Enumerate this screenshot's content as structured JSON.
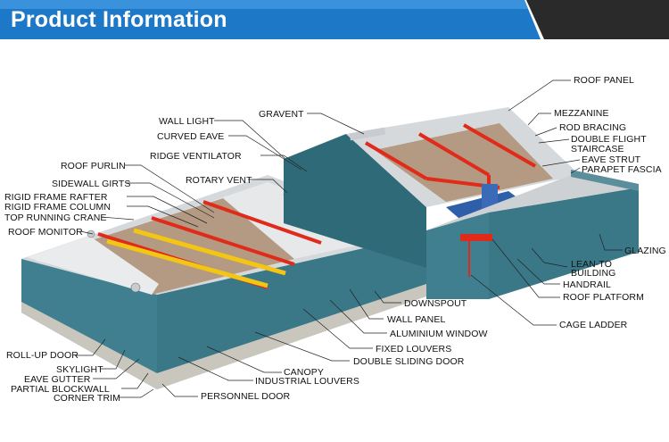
{
  "header": {
    "title": "Product Information",
    "colors": {
      "bar_blue": "#1e78c8",
      "bar_blue_light": "#3a92dc",
      "accent_dark": "#2a2a2a"
    }
  },
  "diagram": {
    "colors": {
      "wall_teal": "#3f7f8f",
      "wall_teal_dark": "#2f6a78",
      "roof_grey": "#d6d9dc",
      "roof_light": "#eceeef",
      "frame_red": "#e02a1a",
      "crane_yellow": "#f3c515",
      "floor_brown": "#b49a82",
      "blockwall": "#c9c7bd",
      "leader": "#222222"
    },
    "labels": [
      "ROOF PANEL",
      "MEZZANINE",
      "ROD BRACING",
      "DOUBLE FLIGHT",
      "STAIRCASE",
      "EAVE STRUT",
      "PARAPET FASCIA",
      "GLAZING",
      "LEAN-TO",
      "BUILDING",
      "HANDRAIL",
      "ROOF PLATFORM",
      "CAGE LADDER",
      "WALL LIGHT",
      "GRAVENT",
      "CURVED EAVE",
      "RIDGE VENTILATOR",
      "ROOF PURLIN",
      "ROTARY VENT",
      "SIDEWALL GIRTS",
      "RIGID FRAME RAFTER",
      "RIGID FRAME COLUMN",
      "TOP RUNNING CRANE",
      "ROOF MONITOR",
      "DOWNSPOUT",
      "WALL PANEL",
      "ALUMINIUM WINDOW",
      "FIXED LOUVERS",
      "DOUBLE SLIDING DOOR",
      "CANOPY",
      "INDUSTRIAL LOUVERS",
      "PERSONNEL DOOR",
      "ROLL-UP DOOR",
      "SKYLIGHT",
      "EAVE GUTTER",
      "PARTIAL BLOCKWALL",
      "CORNER TRIM"
    ]
  }
}
